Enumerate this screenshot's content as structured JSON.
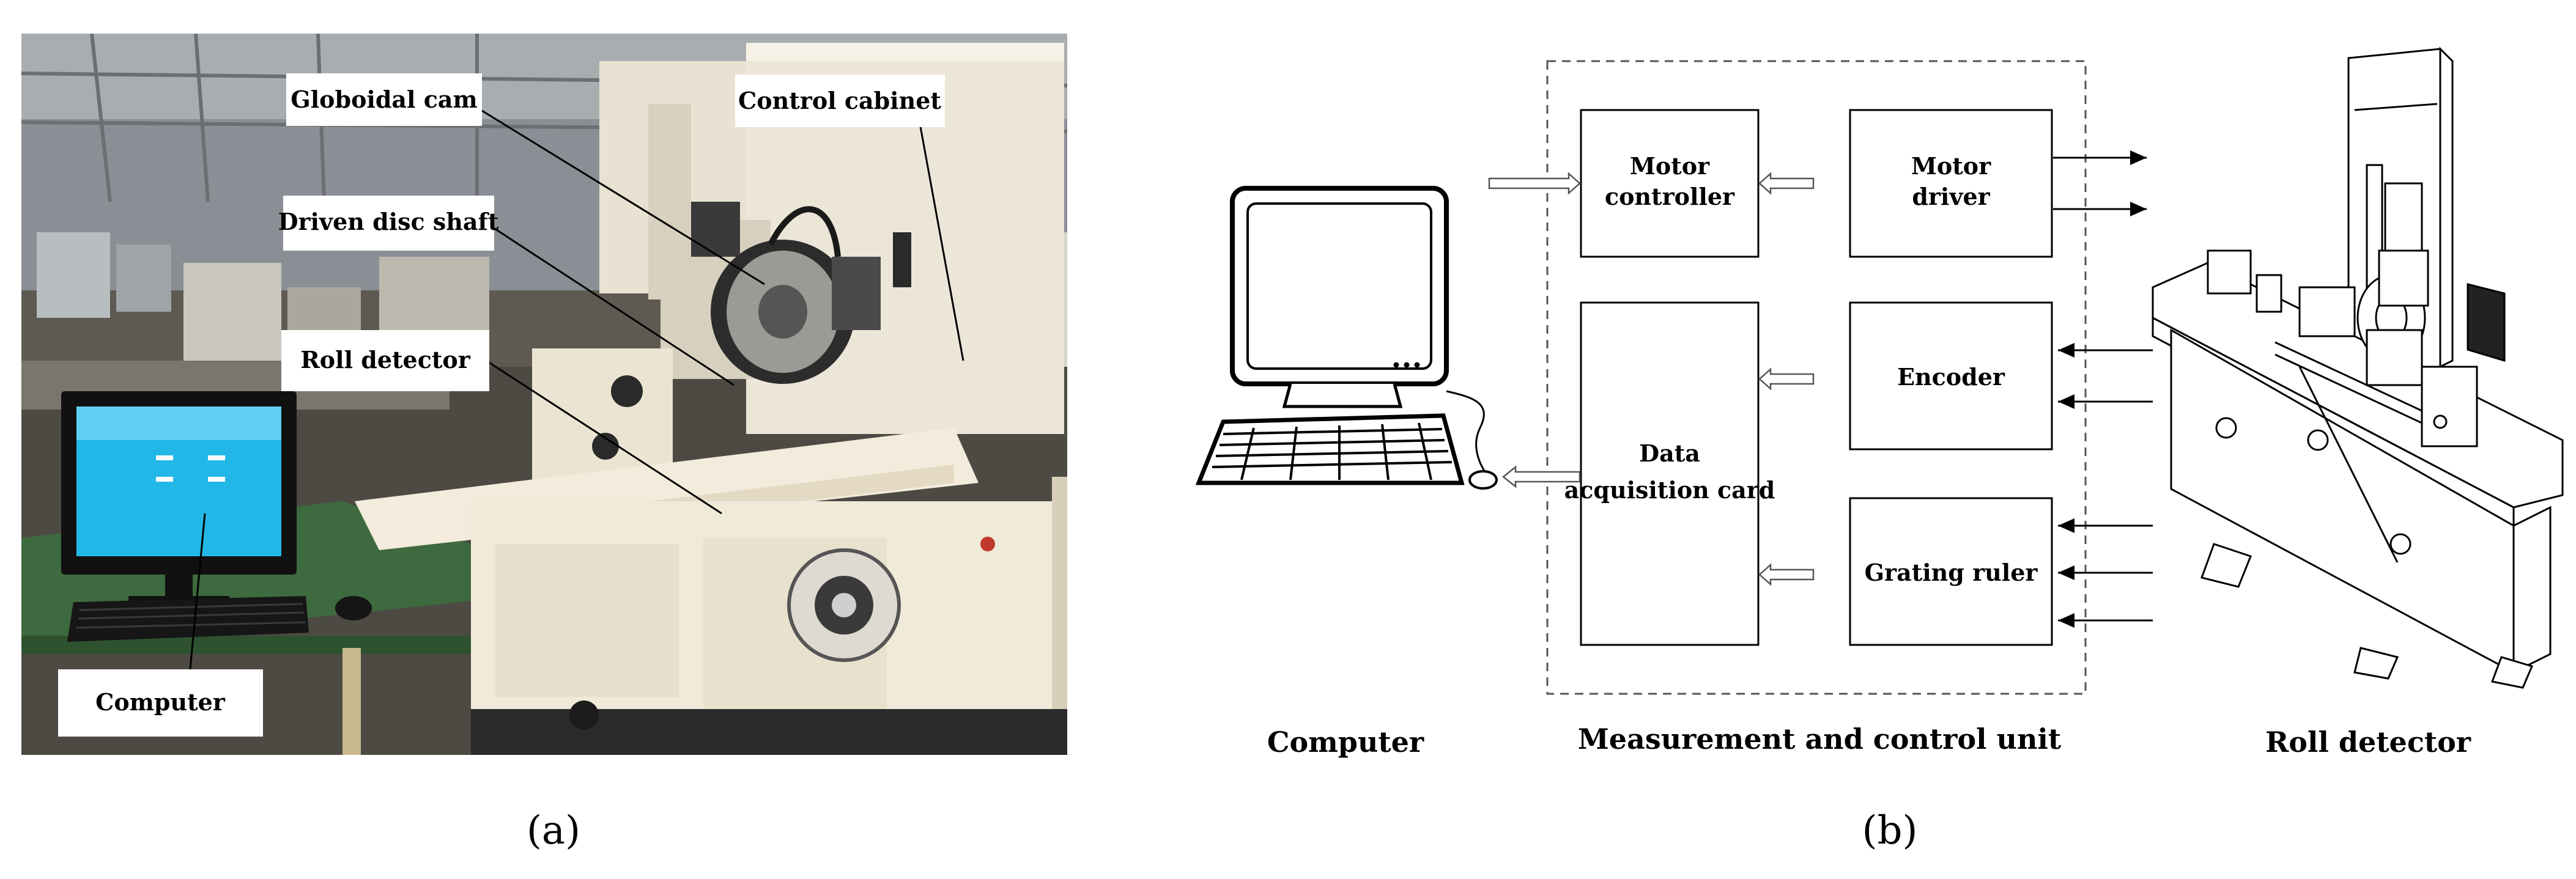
{
  "panel_a": {
    "caption": "(a)",
    "callouts": {
      "globoidal_cam": "Globoidal cam",
      "control_cabinet": "Control cabinet",
      "driven_disc_shaft": "Driven disc shaft",
      "roll_detector": "Roll detector",
      "computer": "Computer"
    }
  },
  "panel_b": {
    "caption": "(b)",
    "blocks": {
      "motor_controller": [
        "Motor",
        "controller"
      ],
      "motor_driver": [
        "Motor",
        "driver"
      ],
      "encoder": "Encoder",
      "data_acquisition_card": [
        "Data",
        "acquisition card"
      ],
      "grating_ruler": "Grating ruler"
    },
    "section_labels": {
      "computer": "Computer",
      "measurement_unit": "Measurement and control unit",
      "roll_detector": "Roll detector"
    }
  },
  "colors": {
    "photo_background": "#6e6a62",
    "machine_body": "#e8e0cf",
    "monitor_screen": "#23b7e8",
    "accent_dark": "#1c1c1c"
  }
}
